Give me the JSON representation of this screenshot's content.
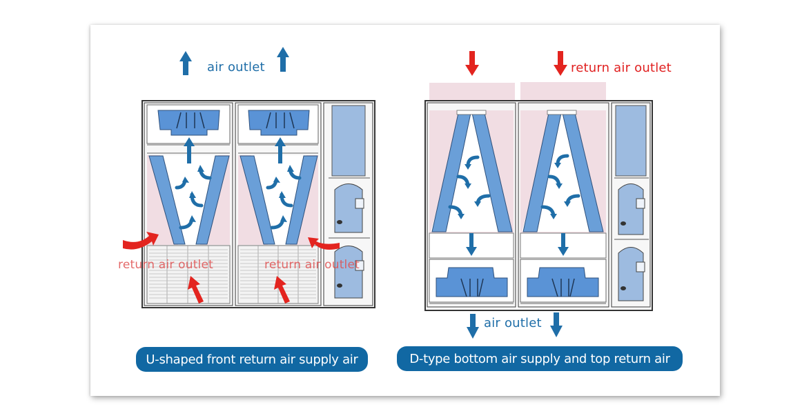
{
  "colors": {
    "blue": "#1f6ea8",
    "pill_blue": "#1168a3",
    "red": "#e02020",
    "coil_blue": "#6a9fd8",
    "pink": "#f1dde3",
    "frame": "#333333"
  },
  "left_diagram": {
    "top_label": "air outlet",
    "return_labels": [
      "return air outlet",
      "return air outlet"
    ],
    "caption": "U-shaped front return air supply air"
  },
  "right_diagram": {
    "top_label": "return air outlet",
    "bottom_label": "air outlet",
    "caption": "D-type bottom air supply and top return air"
  },
  "icons": {
    "up_arrow": "arrow-up-icon",
    "down_arrow": "arrow-down-icon",
    "curved_arrow": "curved-arrow-icon"
  }
}
